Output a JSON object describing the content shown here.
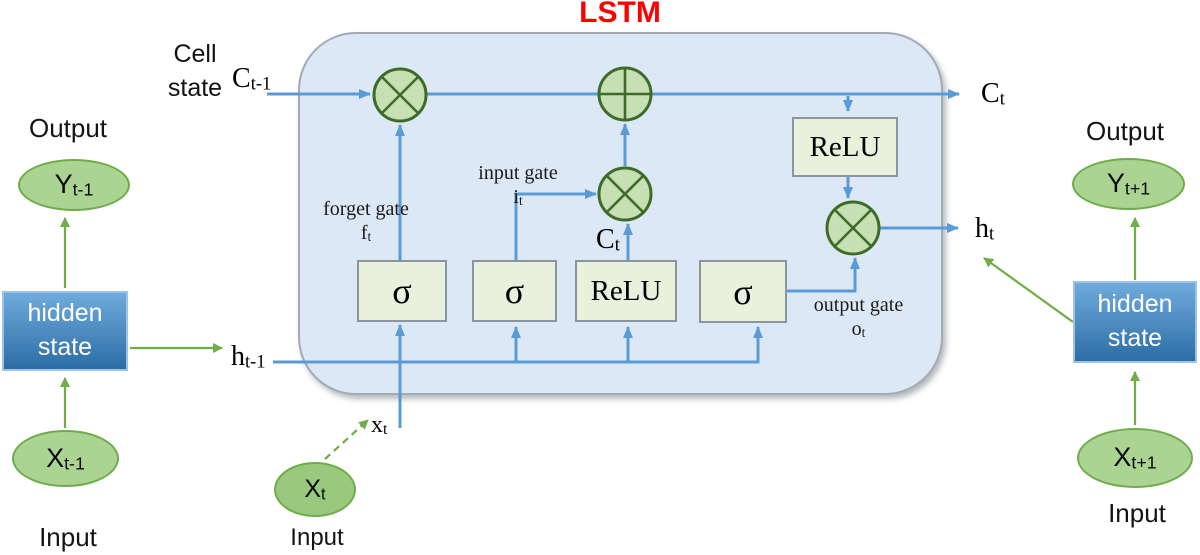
{
  "title": {
    "text": "LSTM"
  },
  "colors": {
    "title_red": "#fe0000",
    "blue": "#5b9bd5",
    "green": "#70ad47",
    "container_fill": "#dde8f6",
    "container_stroke": "#a3aab4",
    "circle_fill": "#c6e0b4",
    "circle_stroke": "#3f6b29",
    "box_fill": "#e9f1dd",
    "box_stroke": "#8a959f",
    "ellipse_fill": "#abd392",
    "ellipse_fill_mid": "#99c87e",
    "ellipse_stroke": "#6fad4b",
    "hidden_top": "#6fabdc",
    "hidden_bottom": "#2d6da5",
    "hidden_border": "#9dc3e6"
  },
  "cell_state": {
    "line1": "Cell",
    "line2": "state"
  },
  "labels": {
    "c_prev": {
      "base": "C",
      "sub": "t-1"
    },
    "c_next": {
      "base": "C",
      "sub": "t"
    },
    "c_mid": {
      "base": "C",
      "sub": "t"
    },
    "h_prev": {
      "base": "h",
      "sub": "t-1"
    },
    "h_next": {
      "base": "h",
      "sub": "t"
    },
    "x_small": {
      "base": "x",
      "sub": "t"
    },
    "forget_gate": {
      "text": "forget gate",
      "base": "f",
      "sub": "t"
    },
    "input_gate": {
      "text": "input gate",
      "base": "i",
      "sub": "t"
    },
    "output_gate": {
      "text": "output gate",
      "base": "o",
      "sub": "t"
    }
  },
  "gates": {
    "sigma": "σ",
    "relu": "ReLU"
  },
  "left": {
    "output_label": "Output",
    "y": {
      "base": "Y",
      "sub": "t-1"
    },
    "hidden": {
      "line1": "hidden",
      "line2": "state"
    },
    "x": {
      "base": "X",
      "sub": "t-1"
    },
    "input_label": "Input"
  },
  "middle": {
    "x": {
      "base": "X",
      "sub": "t"
    },
    "input_label": "Input"
  },
  "right": {
    "output_label": "Output",
    "y": {
      "base": "Y",
      "sub": "t+1"
    },
    "hidden": {
      "line1": "hidden",
      "line2": "state"
    },
    "x": {
      "base": "X",
      "sub": "t+1"
    },
    "input_label": "Input"
  }
}
